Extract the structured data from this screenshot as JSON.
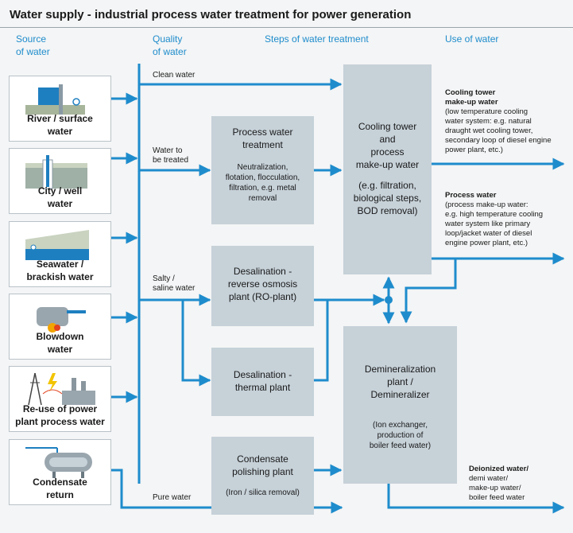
{
  "title": "Water supply - industrial process water treatment for power generation",
  "headers": {
    "source": [
      "Source",
      "of water"
    ],
    "quality": [
      "Quality",
      "of water"
    ],
    "steps": "Steps of water treatment",
    "use": "Use of water"
  },
  "sources": [
    {
      "label": [
        "River / surface",
        "water"
      ],
      "icon": "river-icon"
    },
    {
      "label": [
        "City / well",
        "water"
      ],
      "icon": "well-icon"
    },
    {
      "label": [
        "Seawater /",
        "brackish water"
      ],
      "icon": "sea-icon"
    },
    {
      "label": [
        "Blowdown",
        "water"
      ],
      "icon": "boiler-icon"
    },
    {
      "label": [
        "Re-use of power",
        "plant process water"
      ],
      "icon": "power-plant-icon"
    },
    {
      "label": [
        "Condensate",
        "return"
      ],
      "icon": "tank-icon"
    }
  ],
  "flows": {
    "clean": "Clean water",
    "treated": [
      "Water to",
      "be treated"
    ],
    "saline": [
      "Salty /",
      "saline water"
    ],
    "pure": "Pure water"
  },
  "boxes": {
    "process": {
      "title": [
        "Process water",
        "treatment"
      ],
      "sub": [
        "Neutralization,",
        "flotation, flocculation,",
        "filtration, e.g. metal",
        "removal"
      ]
    },
    "ro": {
      "title": [
        "Desalination -",
        "reverse osmosis",
        "plant (RO-plant)"
      ]
    },
    "thermal": {
      "title": [
        "Desalination -",
        "thermal plant"
      ]
    },
    "condensate": {
      "title": [
        "Condensate",
        "polishing plant"
      ],
      "sub": [
        "(Iron / silica removal)"
      ]
    },
    "cooling": {
      "title": [
        "Cooling tower",
        "and",
        "process",
        "make-up water"
      ],
      "sub": [
        "(e.g. filtration,",
        "biological steps,",
        "BOD removal)"
      ]
    },
    "demin": {
      "title": [
        "Demineralization",
        "plant /",
        "Demineralizer"
      ],
      "sub": [
        "(Ion exchanger,",
        "production of",
        "boiler feed water)"
      ]
    }
  },
  "uses": {
    "cooling": {
      "title": [
        "Cooling tower",
        "make-up water"
      ],
      "desc": [
        "(low temperature cooling",
        "water system: e.g. natural",
        "draught wet cooling tower,",
        "secondary loop of diesel engine",
        "power plant, etc.)"
      ]
    },
    "process": {
      "title": [
        "Process water"
      ],
      "desc": [
        "(process make-up water:",
        "e.g. high temperature cooling",
        "water system like primary",
        "loop/jacket water of diesel",
        "engine power plant, etc.)"
      ]
    },
    "deion": {
      "title": [
        "Deionized water/"
      ],
      "desc": [
        "demi water/",
        "make-up water/",
        "boiler feed water"
      ]
    }
  },
  "colors": {
    "flow": "#1e8ccc",
    "box": "#c6d1d8",
    "header": "#1e8ccc"
  }
}
